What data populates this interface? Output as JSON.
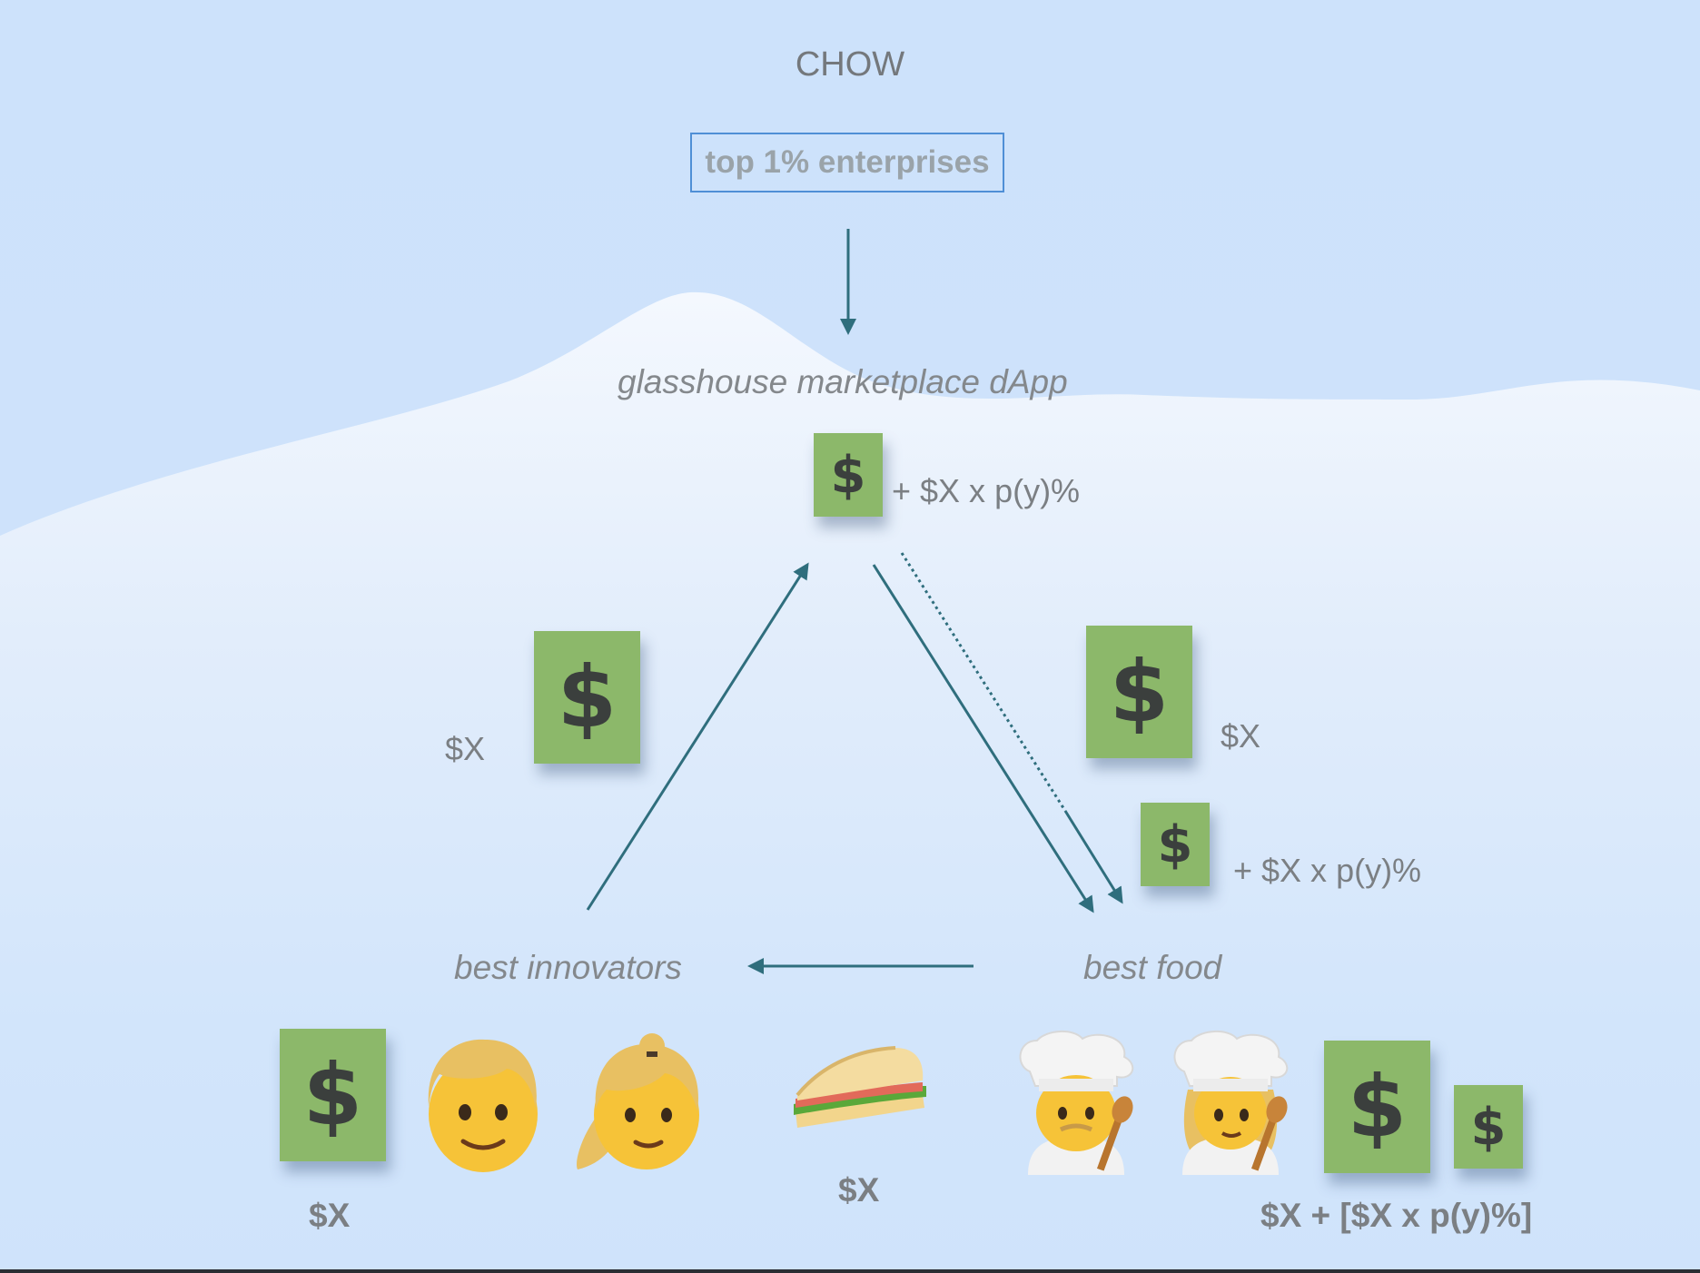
{
  "diagram": {
    "title": "CHOW",
    "box_label": "top 1% enterprises",
    "top_node_label": "glasshouse marketplace dApp",
    "left_node_label": "best innovators",
    "right_node_label": "best food",
    "top_fee_label": "+ $X  x  p(y)%",
    "left_edge_amount": "$X",
    "right_edge_amount": "$X",
    "right_edge_fee_label": "+ $X  x  p(y)%",
    "innovators_amount": "$X",
    "sandwich_amount": "$X",
    "food_total": "$X + [$X  x  p(y)%]",
    "dollar_symbol": "$"
  },
  "icons": [
    "dollar-bill-icon",
    "man-icon",
    "woman-icon",
    "sandwich-icon",
    "man-cook-icon",
    "woman-cook-icon"
  ],
  "colors": {
    "arrow": "#2f6e7d",
    "bill": "#8cb86a",
    "box_border": "#4f8fd6",
    "background": "#cfe3fb"
  }
}
